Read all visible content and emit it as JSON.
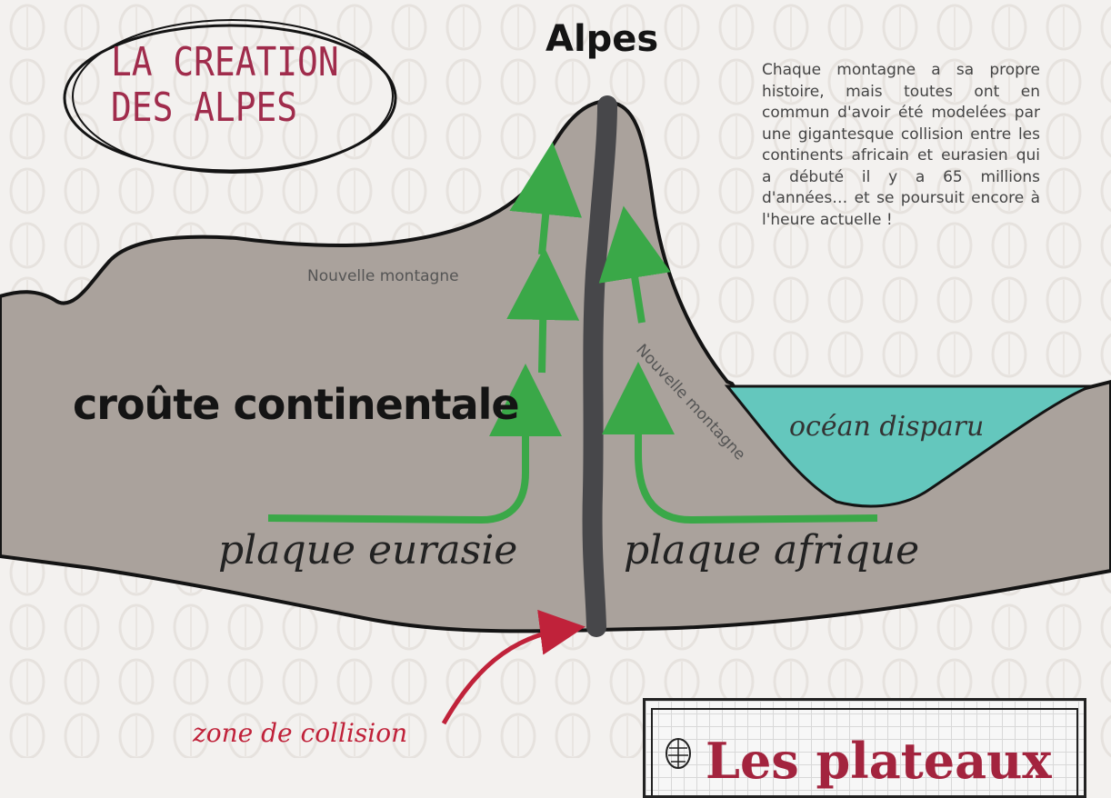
{
  "title": {
    "line1": "LA CREATION",
    "line2": "DES ALPES"
  },
  "peak_label": "Alpes",
  "description": "Chaque montagne a sa propre histoire, mais toutes ont en commun d'avoir été modelées par une gigantesque collision entre les continents africain et eurasien qui a débuté il y a 65 millions d'années… et se poursuit encore à l'heure actuelle !",
  "labels": {
    "new_mountain_left": "Nouvelle montagne",
    "new_mountain_right": "Nouvelle montagne",
    "continental_crust": "croûte continentale",
    "plate_eurasia": "plaque eurasie",
    "plate_africa": "plaque afrique",
    "ocean": "océan disparu",
    "collision_zone": "zone de collision"
  },
  "banner": {
    "text": "Les plateaux"
  },
  "colors": {
    "crust": "#aaa29c",
    "ocean": "#64c7bd",
    "arrows": "#3aa848",
    "fault": "#47474a",
    "collision_arrow": "#c0223a",
    "title": "#a02c4c"
  },
  "icons": [
    "pine-cone-icon"
  ]
}
